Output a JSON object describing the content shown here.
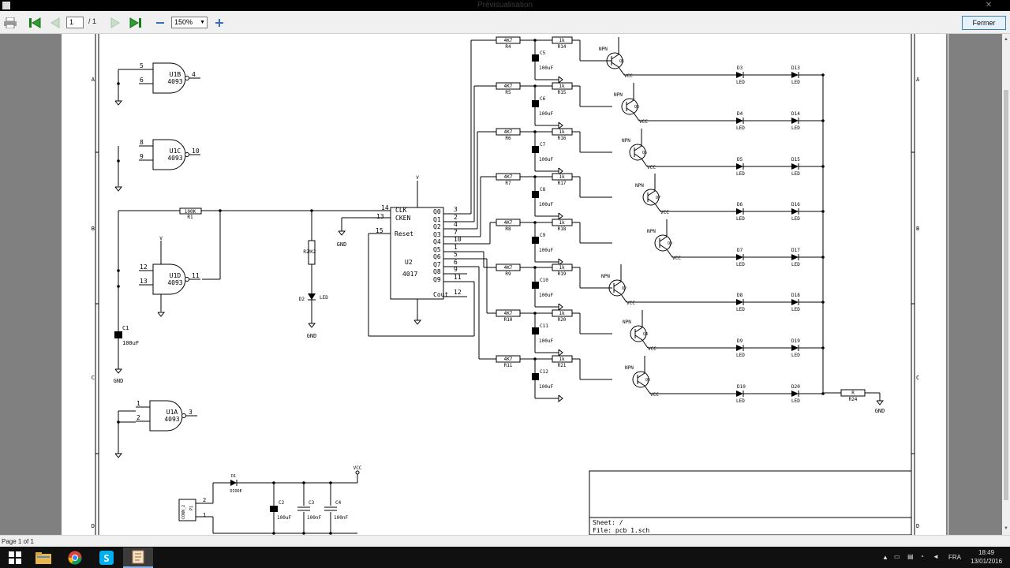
{
  "window": {
    "title": "Prévisualisation",
    "close_glyph": "✕"
  },
  "toolbar": {
    "current_page": "1",
    "page_total": "/ 1",
    "zoom": "150%",
    "close_label": "Fermer"
  },
  "schematic": {
    "gates": [
      {
        "ref": "U1B",
        "value": "4093",
        "pins": [
          "5",
          "6",
          "4"
        ]
      },
      {
        "ref": "U1C",
        "value": "4093",
        "pins": [
          "8",
          "9",
          "10"
        ]
      },
      {
        "ref": "U1D",
        "value": "4093",
        "pins": [
          "12",
          "13",
          "11"
        ]
      },
      {
        "ref": "U1A",
        "value": "4093",
        "pins": [
          "1",
          "2",
          "3"
        ]
      }
    ],
    "counter": {
      "ref": "U2",
      "value": "4017",
      "left_pins": [
        {
          "num": "14",
          "name": "CLK"
        },
        {
          "num": "13",
          "name": "CKEN"
        },
        {
          "num": "15",
          "name": "Reset"
        }
      ],
      "outputs": [
        {
          "name": "Q0",
          "num": "3"
        },
        {
          "name": "Q1",
          "num": "2"
        },
        {
          "name": "Q2",
          "num": "4"
        },
        {
          "name": "Q3",
          "num": "7"
        },
        {
          "name": "Q4",
          "num": "10"
        },
        {
          "name": "Q5",
          "num": "1"
        },
        {
          "name": "Q6",
          "num": "5"
        },
        {
          "name": "Q7",
          "num": "6"
        },
        {
          "name": "Q8",
          "num": "9"
        },
        {
          "name": "Q9",
          "num": "11"
        },
        {
          "name": "Cout",
          "num": "12"
        }
      ]
    },
    "r1": {
      "value": "100K",
      "ref": "R1"
    },
    "r2": {
      "value": "2K2",
      "ref": "R2"
    },
    "d2": {
      "ref": "D2",
      "value": "LED"
    },
    "c1": {
      "ref": "C1",
      "value": "100uF"
    },
    "gnd_label": "GND",
    "vcc_label": "VCC",
    "npn_label": "NPN",
    "stages": [
      {
        "r_base": "R4",
        "r_base_val": "4K7",
        "r_coll": "R14",
        "r_coll_val": "1k",
        "cap": "C5",
        "cap_val": "100uF",
        "q": "Q1",
        "led_a": "D3",
        "led_b": "D13"
      },
      {
        "r_base": "R5",
        "r_base_val": "4K7",
        "r_coll": "R15",
        "r_coll_val": "1k",
        "cap": "C6",
        "cap_val": "100uF",
        "q": "Q3",
        "led_a": "D4",
        "led_b": "D14"
      },
      {
        "r_base": "R6",
        "r_base_val": "4K7",
        "r_coll": "R16",
        "r_coll_val": "1k",
        "cap": "C7",
        "cap_val": "100uF",
        "q": "Q5",
        "led_a": "D5",
        "led_b": "D15"
      },
      {
        "r_base": "R7",
        "r_base_val": "4K7",
        "r_coll": "R17",
        "r_coll_val": "1k",
        "cap": "C8",
        "cap_val": "100uF",
        "q": "Q7",
        "led_a": "D6",
        "led_b": "D16"
      },
      {
        "r_base": "R8",
        "r_base_val": "4K7",
        "r_coll": "R18",
        "r_coll_val": "1k",
        "cap": "C9",
        "cap_val": "100uF",
        "q": "Q9",
        "led_a": "D7",
        "led_b": "D17"
      },
      {
        "r_base": "R9",
        "r_base_val": "4K7",
        "r_coll": "R19",
        "r_coll_val": "1k",
        "cap": "C10",
        "cap_val": "100uF",
        "q": "Q2",
        "led_a": "D8",
        "led_b": "D18"
      },
      {
        "r_base": "R10",
        "r_base_val": "4K7",
        "r_coll": "R20",
        "r_coll_val": "1k",
        "cap": "C11",
        "cap_val": "100uF",
        "q": "Q4",
        "led_a": "D9",
        "led_b": "D19"
      },
      {
        "r_base": "R11",
        "r_base_val": "4K7",
        "r_coll": "R21",
        "r_coll_val": "1k",
        "cap": "C12",
        "cap_val": "100uF",
        "q": "Q6",
        "led_a": "D10",
        "led_b": "D20"
      }
    ],
    "led_value": "LED",
    "r24": {
      "ref": "R24",
      "value": "R"
    },
    "power": {
      "conn": "CONN_2",
      "conn_ref": "P1",
      "diode_ref": "D1",
      "diode_value": "DIODE",
      "caps": [
        {
          "ref": "C2",
          "value": "100uF"
        },
        {
          "ref": "C3",
          "value": "100nF"
        },
        {
          "ref": "C4",
          "value": "100nF"
        }
      ]
    },
    "border_rows": [
      "A",
      "B",
      "C",
      "D"
    ],
    "title_block": {
      "sheet": "Sheet: /",
      "file": "File: pcb 1.sch"
    }
  },
  "status": {
    "text": "Page 1 of 1"
  },
  "taskbar": {
    "apps": [
      "windows-start",
      "file-explorer",
      "chrome",
      "skype",
      "kicad"
    ],
    "language": "FRA",
    "time": "18:49",
    "date": "13/01/2016"
  }
}
